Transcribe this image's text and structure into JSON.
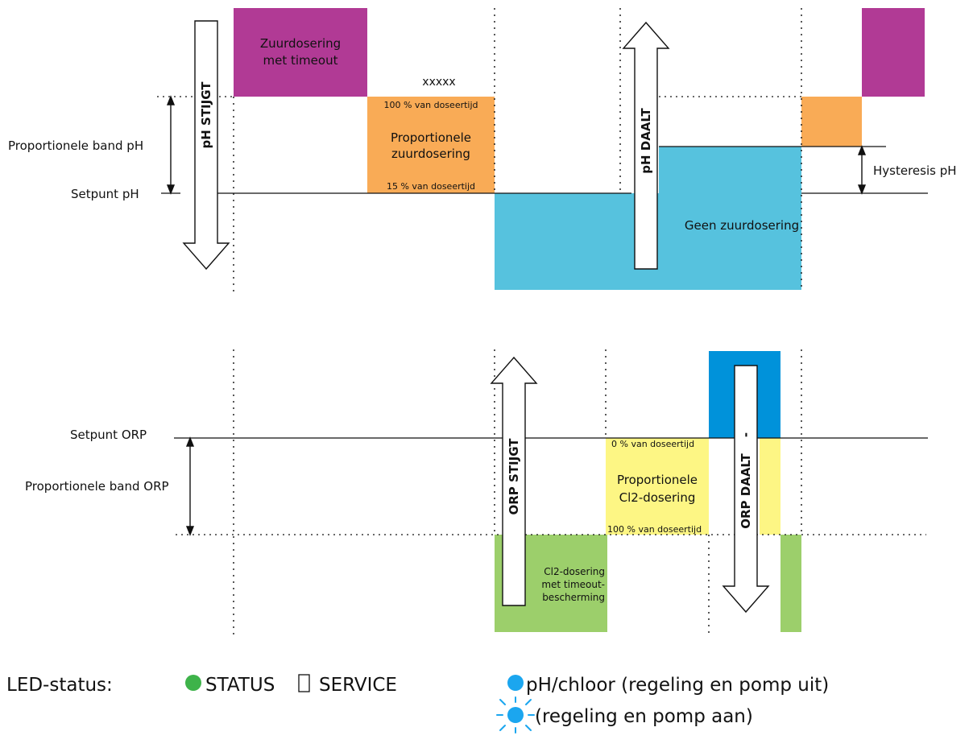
{
  "colors": {
    "purple": "#b13a95",
    "orange": "#f9ab56",
    "cyan": "#56c2de",
    "yellow": "#fdf684",
    "green": "#9ccf6b",
    "blue": "#0092da",
    "led_green": "#3eb34a",
    "led_blue": "#1ba6ef",
    "line": "#111111"
  },
  "ph": {
    "setpoint_label": "Setpunt pH",
    "band_label": "Proportionele band pH",
    "hysteresis_label": "Hysteresis pH",
    "rising_label": "pH STIJGT",
    "falling_label": "pH DAALT",
    "acid_timeout_line1": "Zuurdosering",
    "acid_timeout_line2": "met timeout",
    "placeholder": "xxxxx",
    "dose_100": "100 % van doseertijd",
    "proportional_line1": "Proportionele",
    "proportional_line2": "zuurdosering",
    "dose_15": "15 % van doseertijd",
    "no_acid": "Geen zuurdosering"
  },
  "orp": {
    "setpoint_label": "Setpunt ORP",
    "band_label": "Proportionele band ORP",
    "rising_label": "ORP STIJGT",
    "falling_label": "ORP DAALT",
    "falling_dash": "-",
    "dose_0": "0 % van doseertijd",
    "proportional_line1": "Proportionele",
    "proportional_line2": "Cl2-dosering",
    "dose_100": "100 % van doseertijd",
    "cl2_line1": "Cl2-dosering",
    "cl2_line2": "met timeout-",
    "cl2_line3": "bescherming"
  },
  "legend": {
    "title": "LED-status:",
    "status": "STATUS",
    "service": "SERVICE",
    "ph_chlorine_off": "pH/chloor (regeling en pomp uit)",
    "control_on": "(regeling en pomp aan)"
  }
}
